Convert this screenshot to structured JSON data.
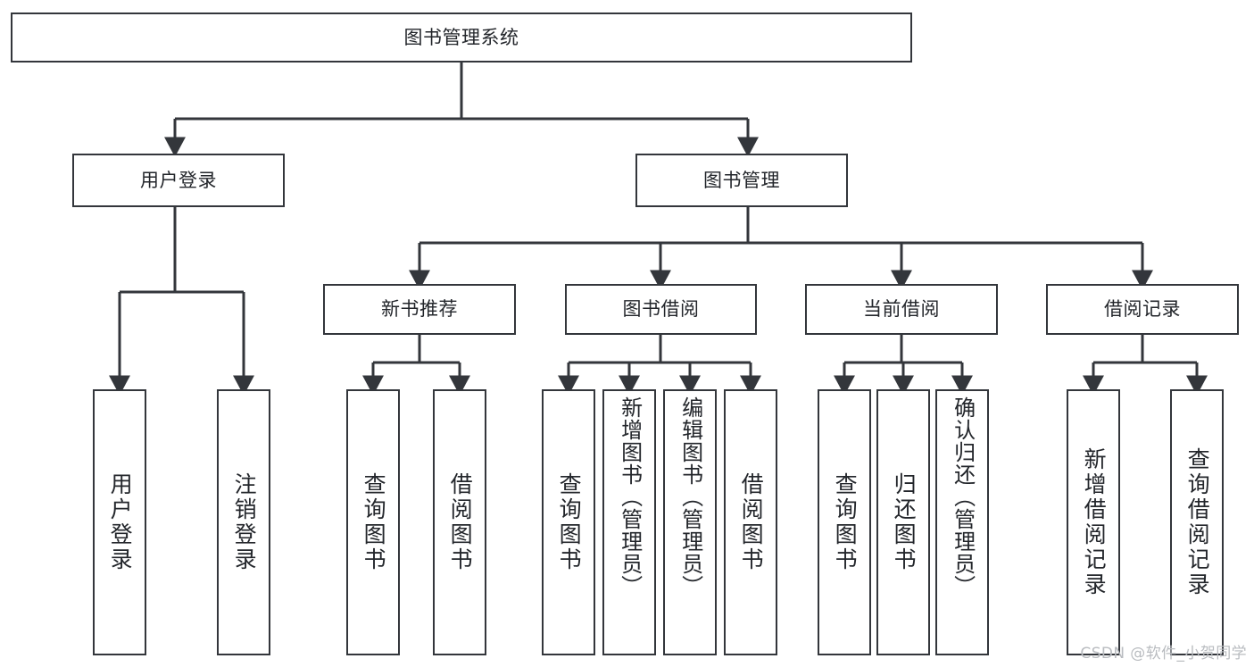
{
  "diagram": {
    "title": "图书管理系统",
    "type": "tree-hierarchy",
    "watermark": "CSDN @软件_小贺同学",
    "colors": {
      "stroke": "#33363b",
      "fill": "#ffffff",
      "text": "#23262b",
      "watermark": "#b9bcc0"
    },
    "root": {
      "label": "图书管理系统"
    },
    "level1": [
      {
        "label": "用户登录"
      },
      {
        "label": "图书管理"
      }
    ],
    "level2": [
      {
        "label": "新书推荐"
      },
      {
        "label": "图书借阅"
      },
      {
        "label": "当前借阅"
      },
      {
        "label": "借阅记录"
      }
    ],
    "leaves": {
      "user_login": [
        {
          "label": "用户登录"
        },
        {
          "label": "注销登录"
        }
      ],
      "new_book_recommend": [
        {
          "label": "查询图书"
        },
        {
          "label": "借阅图书"
        }
      ],
      "book_borrow": [
        {
          "label": "查询图书"
        },
        {
          "label": "新增图书（管理员）"
        },
        {
          "label": "编辑图书（管理员）"
        },
        {
          "label": "借阅图书"
        }
      ],
      "current_borrow": [
        {
          "label": "查询图书"
        },
        {
          "label": "归还图书"
        },
        {
          "label": "确认归还（管理员）"
        }
      ],
      "borrow_record": [
        {
          "label": "新增借阅记录"
        },
        {
          "label": "查询借阅记录"
        }
      ]
    }
  }
}
